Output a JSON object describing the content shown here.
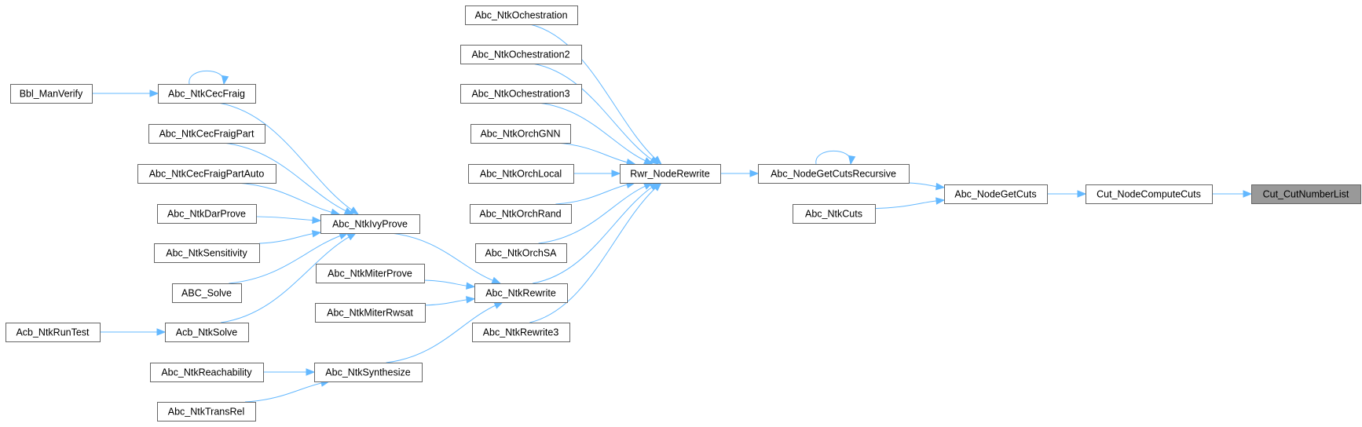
{
  "graph": {
    "nodes": [
      {
        "id": "cut_number_list",
        "label": "Cut_CutNumberList",
        "root": true
      },
      {
        "id": "cut_node_compute_cuts",
        "label": "Cut_NodeComputeCuts"
      },
      {
        "id": "abc_node_get_cuts",
        "label": "Abc_NodeGetCuts"
      },
      {
        "id": "abc_node_get_cuts_recursive",
        "label": "Abc_NodeGetCutsRecursive"
      },
      {
        "id": "abc_ntk_cuts",
        "label": "Abc_NtkCuts"
      },
      {
        "id": "rwr_node_rewrite",
        "label": "Rwr_NodeRewrite"
      },
      {
        "id": "abc_ntk_ochestration",
        "label": "Abc_NtkOchestration"
      },
      {
        "id": "abc_ntk_ochestration2",
        "label": "Abc_NtkOchestration2"
      },
      {
        "id": "abc_ntk_ochestration3",
        "label": "Abc_NtkOchestration3"
      },
      {
        "id": "abc_ntk_orch_gnn",
        "label": "Abc_NtkOrchGNN"
      },
      {
        "id": "abc_ntk_orch_local",
        "label": "Abc_NtkOrchLocal"
      },
      {
        "id": "abc_ntk_orch_rand",
        "label": "Abc_NtkOrchRand"
      },
      {
        "id": "abc_ntk_orch_sa",
        "label": "Abc_NtkOrchSA"
      },
      {
        "id": "abc_ntk_rewrite",
        "label": "Abc_NtkRewrite"
      },
      {
        "id": "abc_ntk_rewrite3",
        "label": "Abc_NtkRewrite3"
      },
      {
        "id": "abc_ntk_ivy_prove",
        "label": "Abc_NtkIvyProve"
      },
      {
        "id": "abc_ntk_miter_prove",
        "label": "Abc_NtkMiterProve"
      },
      {
        "id": "abc_ntk_miter_rwsat",
        "label": "Abc_NtkMiterRwsat"
      },
      {
        "id": "abc_ntk_synthesize",
        "label": "Abc_NtkSynthesize"
      },
      {
        "id": "abc_ntk_cec_fraig",
        "label": "Abc_NtkCecFraig"
      },
      {
        "id": "abc_ntk_cec_fraig_part",
        "label": "Abc_NtkCecFraigPart"
      },
      {
        "id": "abc_ntk_cec_fraig_part_auto",
        "label": "Abc_NtkCecFraigPartAuto"
      },
      {
        "id": "abc_ntk_dar_prove",
        "label": "Abc_NtkDarProve"
      },
      {
        "id": "abc_ntk_sensitivity",
        "label": "Abc_NtkSensitivity"
      },
      {
        "id": "abc_solve",
        "label": "ABC_Solve"
      },
      {
        "id": "acb_ntk_solve",
        "label": "Acb_NtkSolve"
      },
      {
        "id": "bbl_man_verify",
        "label": "Bbl_ManVerify"
      },
      {
        "id": "acb_ntk_run_test",
        "label": "Acb_NtkRunTest"
      },
      {
        "id": "abc_ntk_reachability",
        "label": "Abc_NtkReachability"
      },
      {
        "id": "abc_ntk_trans_rel",
        "label": "Abc_NtkTransRel"
      }
    ],
    "edges": [
      {
        "from": "cut_node_compute_cuts",
        "to": "cut_number_list"
      },
      {
        "from": "abc_node_get_cuts",
        "to": "cut_node_compute_cuts"
      },
      {
        "from": "abc_node_get_cuts_recursive",
        "to": "abc_node_get_cuts"
      },
      {
        "from": "abc_ntk_cuts",
        "to": "abc_node_get_cuts"
      },
      {
        "from": "abc_node_get_cuts_recursive",
        "to": "abc_node_get_cuts_recursive"
      },
      {
        "from": "rwr_node_rewrite",
        "to": "abc_node_get_cuts_recursive"
      },
      {
        "from": "abc_ntk_ochestration",
        "to": "rwr_node_rewrite"
      },
      {
        "from": "abc_ntk_ochestration2",
        "to": "rwr_node_rewrite"
      },
      {
        "from": "abc_ntk_ochestration3",
        "to": "rwr_node_rewrite"
      },
      {
        "from": "abc_ntk_orch_gnn",
        "to": "rwr_node_rewrite"
      },
      {
        "from": "abc_ntk_orch_local",
        "to": "rwr_node_rewrite"
      },
      {
        "from": "abc_ntk_orch_rand",
        "to": "rwr_node_rewrite"
      },
      {
        "from": "abc_ntk_orch_sa",
        "to": "rwr_node_rewrite"
      },
      {
        "from": "abc_ntk_rewrite",
        "to": "rwr_node_rewrite"
      },
      {
        "from": "abc_ntk_rewrite3",
        "to": "rwr_node_rewrite"
      },
      {
        "from": "abc_ntk_ivy_prove",
        "to": "abc_ntk_rewrite"
      },
      {
        "from": "abc_ntk_miter_prove",
        "to": "abc_ntk_rewrite"
      },
      {
        "from": "abc_ntk_miter_rwsat",
        "to": "abc_ntk_rewrite"
      },
      {
        "from": "abc_ntk_synthesize",
        "to": "abc_ntk_rewrite"
      },
      {
        "from": "abc_ntk_cec_fraig",
        "to": "abc_ntk_ivy_prove"
      },
      {
        "from": "abc_ntk_cec_fraig_part",
        "to": "abc_ntk_ivy_prove"
      },
      {
        "from": "abc_ntk_cec_fraig_part_auto",
        "to": "abc_ntk_ivy_prove"
      },
      {
        "from": "abc_ntk_dar_prove",
        "to": "abc_ntk_ivy_prove"
      },
      {
        "from": "abc_ntk_sensitivity",
        "to": "abc_ntk_ivy_prove"
      },
      {
        "from": "abc_solve",
        "to": "abc_ntk_ivy_prove"
      },
      {
        "from": "acb_ntk_solve",
        "to": "abc_ntk_ivy_prove"
      },
      {
        "from": "abc_ntk_cec_fraig",
        "to": "abc_ntk_cec_fraig"
      },
      {
        "from": "bbl_man_verify",
        "to": "abc_ntk_cec_fraig"
      },
      {
        "from": "acb_ntk_run_test",
        "to": "acb_ntk_solve"
      },
      {
        "from": "abc_ntk_reachability",
        "to": "abc_ntk_synthesize"
      },
      {
        "from": "abc_ntk_trans_rel",
        "to": "abc_ntk_synthesize"
      }
    ]
  },
  "colors": {
    "edge": "#63b8ff",
    "node_border": "#666666",
    "node_fill": "#ffffff",
    "root_fill": "#999999"
  }
}
